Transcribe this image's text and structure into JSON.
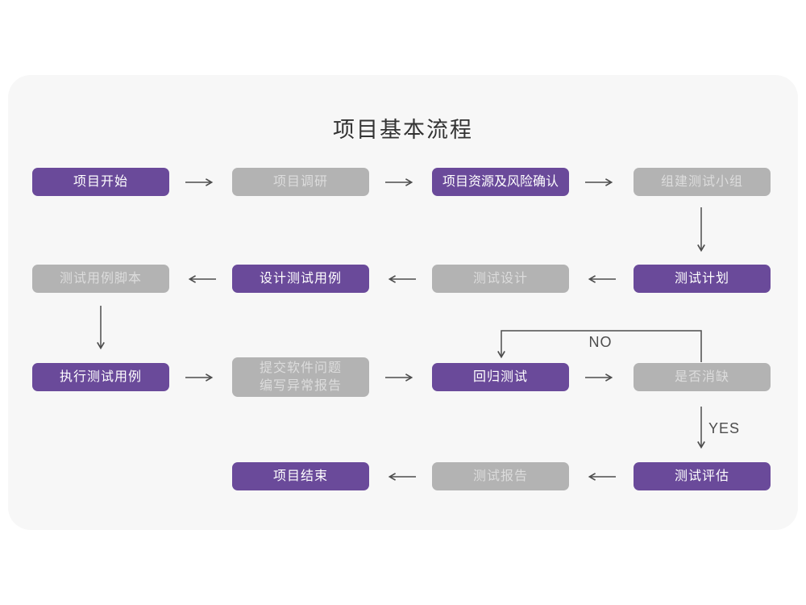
{
  "page": {
    "title": "项目基本流程"
  },
  "colors": {
    "purple": "#6a4a9a",
    "gray": "#b3b3b3",
    "gray-text": "#dcdcdc",
    "card-bg": "#f7f7f7",
    "arrow": "#4d4d4d",
    "title-text": "#333333"
  },
  "flow": {
    "nodes": [
      {
        "id": "project-start",
        "label": "项目开始",
        "variant": "purple"
      },
      {
        "id": "project-research",
        "label": "项目调研",
        "variant": "gray"
      },
      {
        "id": "project-resources-risk",
        "label": "项目资源及风险确认",
        "variant": "purple"
      },
      {
        "id": "build-test-team",
        "label": "组建测试小组",
        "variant": "gray"
      },
      {
        "id": "test-case-script",
        "label": "测试用例脚本",
        "variant": "gray"
      },
      {
        "id": "design-test-cases",
        "label": "设计测试用例",
        "variant": "purple"
      },
      {
        "id": "test-design",
        "label": "测试设计",
        "variant": "gray"
      },
      {
        "id": "test-plan",
        "label": "测试计划",
        "variant": "purple"
      },
      {
        "id": "execute-test-cases",
        "label": "执行测试用例",
        "variant": "purple"
      },
      {
        "id": "submit-issue-report",
        "label": "提交软件问题\n编写异常报告",
        "variant": "gray"
      },
      {
        "id": "regression-test",
        "label": "回归测试",
        "variant": "purple"
      },
      {
        "id": "defect-resolved",
        "label": "是否消缺",
        "variant": "gray"
      },
      {
        "id": "project-end",
        "label": "项目结束",
        "variant": "purple"
      },
      {
        "id": "test-report",
        "label": "测试报告",
        "variant": "gray"
      },
      {
        "id": "test-evaluation",
        "label": "测试评估",
        "variant": "purple"
      }
    ],
    "branch_labels": {
      "no": "NO",
      "yes": "YES"
    },
    "edges": [
      {
        "from": "项目开始",
        "to": "项目调研",
        "label": ""
      },
      {
        "from": "项目调研",
        "to": "项目资源及风险确认",
        "label": ""
      },
      {
        "from": "项目资源及风险确认",
        "to": "组建测试小组",
        "label": ""
      },
      {
        "from": "组建测试小组",
        "to": "测试计划",
        "label": ""
      },
      {
        "from": "测试计划",
        "to": "测试设计",
        "label": ""
      },
      {
        "from": "测试设计",
        "to": "设计测试用例",
        "label": ""
      },
      {
        "from": "设计测试用例",
        "to": "测试用例脚本",
        "label": ""
      },
      {
        "from": "测试用例脚本",
        "to": "执行测试用例",
        "label": ""
      },
      {
        "from": "执行测试用例",
        "to": "提交软件问题编写异常报告",
        "label": ""
      },
      {
        "from": "提交软件问题编写异常报告",
        "to": "回归测试",
        "label": ""
      },
      {
        "from": "回归测试",
        "to": "是否消缺",
        "label": ""
      },
      {
        "from": "是否消缺",
        "to": "回归测试",
        "label": "NO"
      },
      {
        "from": "是否消缺",
        "to": "测试评估",
        "label": "YES"
      },
      {
        "from": "测试评估",
        "to": "测试报告",
        "label": ""
      },
      {
        "from": "测试报告",
        "to": "项目结束",
        "label": ""
      }
    ]
  }
}
